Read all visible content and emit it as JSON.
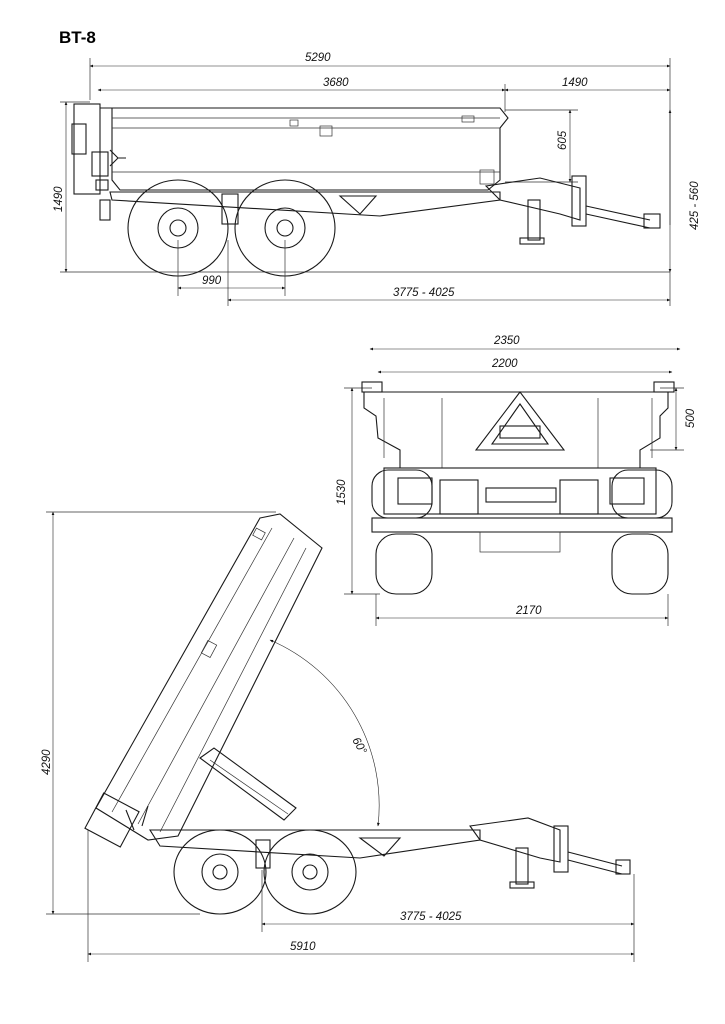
{
  "title": "BT-8",
  "side_view": {
    "overall_length": "5290",
    "body_length": "3680",
    "drawbar_length": "1490",
    "side_height": "605",
    "hitch_height_upper": "425 - 560",
    "total_height": "1490",
    "axle_spacing": "990",
    "axle_to_hitch": "3775 - 4025"
  },
  "rear_view": {
    "outer_width": "2350",
    "inner_width": "2200",
    "side_height": "500",
    "total_height": "1530",
    "track_width": "2170"
  },
  "tipped_view": {
    "tipped_height": "4290",
    "tip_angle": "60°",
    "axle_to_hitch": "3775 - 4025",
    "overall_length": "5910"
  }
}
